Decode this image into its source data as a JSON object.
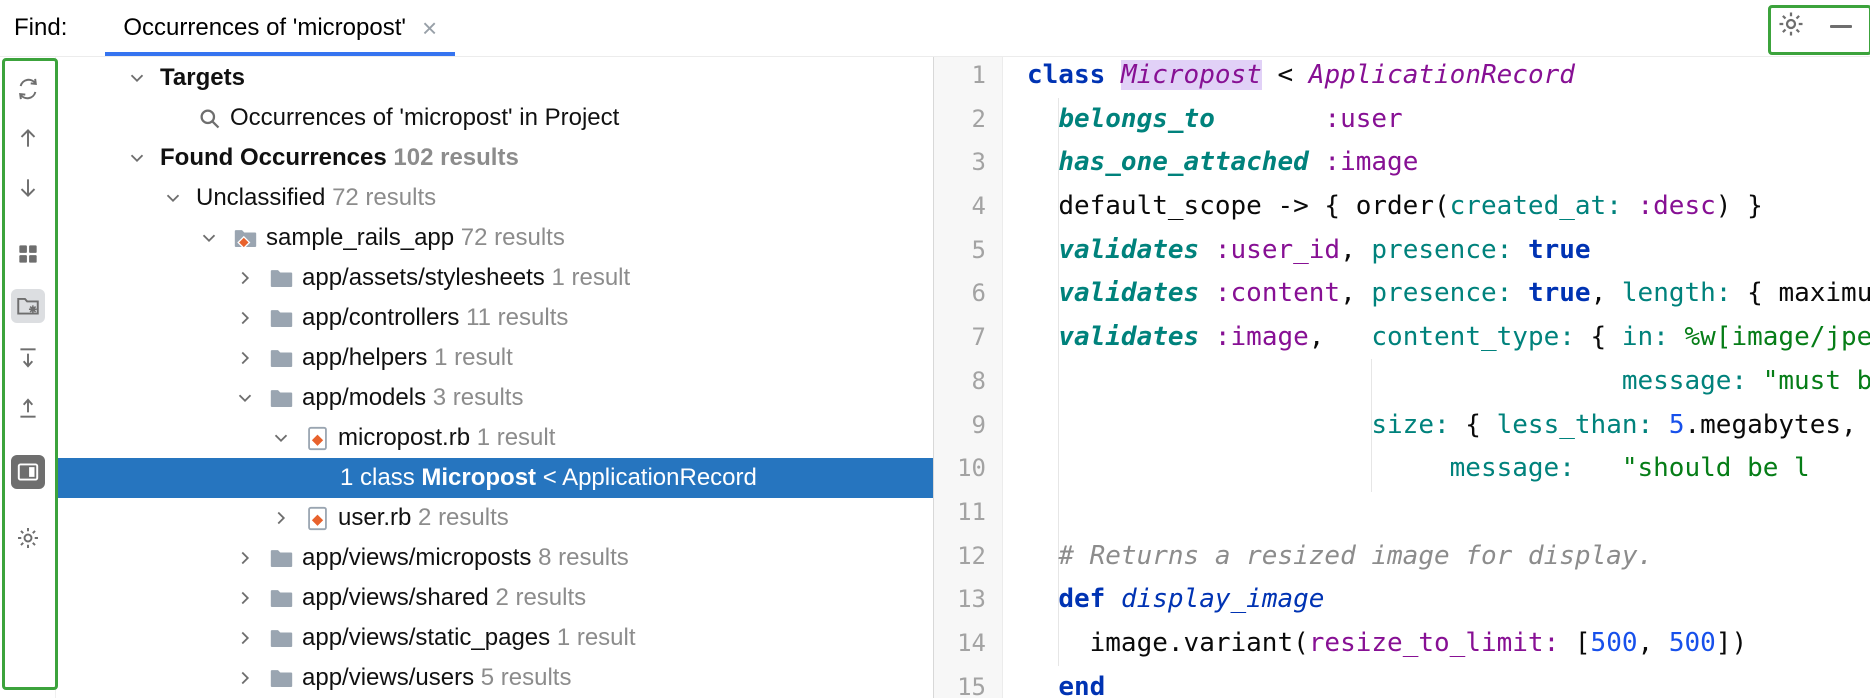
{
  "header": {
    "find_label": "Find:",
    "tab": {
      "title": "Occurrences of 'micropost'",
      "close_glyph": "×"
    },
    "window_icons": [
      "settings-icon",
      "minimize-icon"
    ]
  },
  "colors": {
    "selection_blue": "#2675BF",
    "tab_underline_blue": "#3574F0",
    "annotation_green": "#3CA33C",
    "occurrence_highlight": "#E1D1F7",
    "keyword": "#0033B3",
    "symbol": "#871094",
    "string": "#067D17",
    "number": "#1750EB",
    "comment": "#8C8C8C",
    "dsl_method": "#00827C",
    "icon_gray": "#6E6E6E"
  },
  "toolbar": {
    "items": [
      {
        "icon": "rerun-search-icon"
      },
      {
        "icon": "move-up-icon"
      },
      {
        "icon": "move-down-icon"
      },
      {
        "icon": "group-by-icon"
      },
      {
        "icon": "group-by-directory-icon",
        "state": "toggled"
      },
      {
        "icon": "expand-all-icon"
      },
      {
        "icon": "collapse-all-icon"
      },
      {
        "icon": "preview-icon",
        "state": "selected-dark"
      },
      {
        "icon": "settings-icon"
      }
    ]
  },
  "tree": {
    "rows": [
      {
        "name": "tree-row-targets",
        "level": 0,
        "chevron": "down",
        "icon": null,
        "segments": [
          {
            "text": "Targets",
            "style": "bold"
          }
        ]
      },
      {
        "name": "tree-row-occurrences-target",
        "level": 1,
        "chevron": "none",
        "icon": "search-icon",
        "segments": [
          {
            "text": "Occurrences of 'micropost' in Project",
            "style": "default"
          }
        ]
      },
      {
        "name": "tree-row-found-occurrences",
        "level": 0,
        "chevron": "down",
        "icon": null,
        "segments": [
          {
            "text": "Found Occurrences ",
            "style": "bold"
          },
          {
            "text": "102 results",
            "style": "count-bold"
          }
        ]
      },
      {
        "name": "tree-row-unclassified",
        "level": 1,
        "chevron": "down",
        "icon": null,
        "segments": [
          {
            "text": "Unclassified ",
            "style": "default"
          },
          {
            "text": "72 results",
            "style": "count"
          }
        ]
      },
      {
        "name": "tree-row-sample-rails-app",
        "level": 2,
        "chevron": "down",
        "icon": "rails-folder-icon",
        "segments": [
          {
            "text": "sample_rails_app ",
            "style": "default"
          },
          {
            "text": "72 results",
            "style": "count"
          }
        ]
      },
      {
        "name": "tree-row-app-assets-stylesheets",
        "level": 3,
        "chevron": "right",
        "icon": "folder-icon",
        "segments": [
          {
            "text": "app/assets/stylesheets ",
            "style": "default"
          },
          {
            "text": "1 result",
            "style": "count"
          }
        ]
      },
      {
        "name": "tree-row-app-controllers",
        "level": 3,
        "chevron": "right",
        "icon": "folder-icon",
        "segments": [
          {
            "text": "app/controllers ",
            "style": "default"
          },
          {
            "text": "11 results",
            "style": "count"
          }
        ]
      },
      {
        "name": "tree-row-app-helpers",
        "level": 3,
        "chevron": "right",
        "icon": "folder-icon",
        "segments": [
          {
            "text": "app/helpers ",
            "style": "default"
          },
          {
            "text": "1 result",
            "style": "count"
          }
        ]
      },
      {
        "name": "tree-row-app-models",
        "level": 3,
        "chevron": "down",
        "icon": "folder-icon",
        "segments": [
          {
            "text": "app/models ",
            "style": "default"
          },
          {
            "text": "3 results",
            "style": "count"
          }
        ]
      },
      {
        "name": "tree-row-micropost-rb",
        "level": 4,
        "chevron": "down",
        "icon": "ruby-file-icon",
        "segments": [
          {
            "text": "micropost.rb ",
            "style": "default"
          },
          {
            "text": "1 result",
            "style": "count"
          }
        ]
      },
      {
        "name": "tree-row-occurrence-selected",
        "level": 5,
        "chevron": "none",
        "icon": null,
        "selected": true,
        "segments": [
          {
            "text": "1 class ",
            "style": "sel"
          },
          {
            "text": "Micropost",
            "style": "sel-bold"
          },
          {
            "text": " < ApplicationRecord",
            "style": "sel"
          }
        ]
      },
      {
        "name": "tree-row-user-rb",
        "level": 4,
        "chevron": "right",
        "icon": "ruby-file-icon",
        "segments": [
          {
            "text": "user.rb ",
            "style": "default"
          },
          {
            "text": "2 results",
            "style": "count"
          }
        ]
      },
      {
        "name": "tree-row-app-views-microposts",
        "level": 3,
        "chevron": "right",
        "icon": "folder-icon",
        "segments": [
          {
            "text": "app/views/microposts ",
            "style": "default"
          },
          {
            "text": "8 results",
            "style": "count"
          }
        ]
      },
      {
        "name": "tree-row-app-views-shared",
        "level": 3,
        "chevron": "right",
        "icon": "folder-icon",
        "segments": [
          {
            "text": "app/views/shared ",
            "style": "default"
          },
          {
            "text": "2 results",
            "style": "count"
          }
        ]
      },
      {
        "name": "tree-row-app-views-static-pages",
        "level": 3,
        "chevron": "right",
        "icon": "folder-icon",
        "segments": [
          {
            "text": "app/views/static_pages ",
            "style": "default"
          },
          {
            "text": "1 result",
            "style": "count"
          }
        ]
      },
      {
        "name": "tree-row-app-views-users",
        "level": 3,
        "chevron": "right",
        "icon": "folder-icon",
        "segments": [
          {
            "text": "app/views/users ",
            "style": "default"
          },
          {
            "text": "5 results",
            "style": "count"
          }
        ]
      }
    ]
  },
  "editor": {
    "lines": [
      {
        "num": "1",
        "tokens": [
          {
            "t": "class",
            "c": "kw"
          },
          {
            "t": " ",
            "c": "pl"
          },
          {
            "t": "Micropost",
            "c": "occ"
          },
          {
            "t": " < ",
            "c": "pl"
          },
          {
            "t": "ApplicationRecord",
            "c": "cls"
          }
        ]
      },
      {
        "num": "2",
        "tokens": [
          {
            "t": "  ",
            "c": "pl"
          },
          {
            "t": "belongs_to",
            "c": "dsl"
          },
          {
            "t": "       ",
            "c": "pl"
          },
          {
            "t": ":user",
            "c": "sym"
          }
        ]
      },
      {
        "num": "3",
        "tokens": [
          {
            "t": "  ",
            "c": "pl"
          },
          {
            "t": "has_one_attached",
            "c": "dsl"
          },
          {
            "t": " ",
            "c": "pl"
          },
          {
            "t": ":image",
            "c": "sym"
          }
        ]
      },
      {
        "num": "4",
        "tokens": [
          {
            "t": "  ",
            "c": "pl"
          },
          {
            "t": "default_scope -> { order(",
            "c": "pl"
          },
          {
            "t": "created_at:",
            "c": "key"
          },
          {
            "t": " ",
            "c": "pl"
          },
          {
            "t": ":desc",
            "c": "sym"
          },
          {
            "t": ") }",
            "c": "pl"
          }
        ]
      },
      {
        "num": "5",
        "tokens": [
          {
            "t": "  ",
            "c": "pl"
          },
          {
            "t": "validates",
            "c": "dsl"
          },
          {
            "t": " ",
            "c": "pl"
          },
          {
            "t": ":user_id",
            "c": "sym"
          },
          {
            "t": ", ",
            "c": "pl"
          },
          {
            "t": "presence:",
            "c": "key"
          },
          {
            "t": " ",
            "c": "pl"
          },
          {
            "t": "true",
            "c": "kw"
          }
        ]
      },
      {
        "num": "6",
        "tokens": [
          {
            "t": "  ",
            "c": "pl"
          },
          {
            "t": "validates",
            "c": "dsl"
          },
          {
            "t": " ",
            "c": "pl"
          },
          {
            "t": ":content",
            "c": "sym"
          },
          {
            "t": ", ",
            "c": "pl"
          },
          {
            "t": "presence:",
            "c": "key"
          },
          {
            "t": " ",
            "c": "pl"
          },
          {
            "t": "true",
            "c": "kw"
          },
          {
            "t": ", ",
            "c": "pl"
          },
          {
            "t": "length:",
            "c": "key"
          },
          {
            "t": " { ",
            "c": "pl"
          },
          {
            "t": "maximu",
            "c": "pl"
          }
        ]
      },
      {
        "num": "7",
        "tokens": [
          {
            "t": "  ",
            "c": "pl"
          },
          {
            "t": "validates",
            "c": "dsl"
          },
          {
            "t": " ",
            "c": "pl"
          },
          {
            "t": ":image",
            "c": "sym"
          },
          {
            "t": ",   ",
            "c": "pl"
          },
          {
            "t": "content_type:",
            "c": "key"
          },
          {
            "t": " { ",
            "c": "pl"
          },
          {
            "t": "in:",
            "c": "key"
          },
          {
            "t": " ",
            "c": "pl"
          },
          {
            "t": "%w[image/jpe",
            "c": "str"
          }
        ]
      },
      {
        "num": "8",
        "tokens": [
          {
            "t": "                                      ",
            "c": "pl"
          },
          {
            "t": "message:",
            "c": "key"
          },
          {
            "t": " ",
            "c": "pl"
          },
          {
            "t": "\"must b",
            "c": "str"
          }
        ]
      },
      {
        "num": "9",
        "tokens": [
          {
            "t": "                      ",
            "c": "pl"
          },
          {
            "t": "size:",
            "c": "key"
          },
          {
            "t": " { ",
            "c": "pl"
          },
          {
            "t": "less_than:",
            "c": "key"
          },
          {
            "t": " ",
            "c": "pl"
          },
          {
            "t": "5",
            "c": "num"
          },
          {
            "t": ".megabytes,",
            "c": "pl"
          }
        ]
      },
      {
        "num": "10",
        "tokens": [
          {
            "t": "                           ",
            "c": "pl"
          },
          {
            "t": "message:",
            "c": "key"
          },
          {
            "t": "   ",
            "c": "pl"
          },
          {
            "t": "\"should be l",
            "c": "str"
          }
        ]
      },
      {
        "num": "11",
        "tokens": []
      },
      {
        "num": "12",
        "tokens": [
          {
            "t": "  ",
            "c": "pl"
          },
          {
            "t": "# Returns a resized image for display.",
            "c": "com"
          }
        ]
      },
      {
        "num": "13",
        "tokens": [
          {
            "t": "  ",
            "c": "pl"
          },
          {
            "t": "def",
            "c": "kw"
          },
          {
            "t": " ",
            "c": "pl"
          },
          {
            "t": "display_image",
            "c": "def"
          }
        ]
      },
      {
        "num": "14",
        "tokens": [
          {
            "t": "    ",
            "c": "pl"
          },
          {
            "t": "image.variant(",
            "c": "pl"
          },
          {
            "t": "resize_to_limit:",
            "c": "sym"
          },
          {
            "t": " [",
            "c": "pl"
          },
          {
            "t": "500",
            "c": "num"
          },
          {
            "t": ", ",
            "c": "pl"
          },
          {
            "t": "500",
            "c": "num"
          },
          {
            "t": "])",
            "c": "pl"
          }
        ]
      },
      {
        "num": "15",
        "tokens": [
          {
            "t": "  ",
            "c": "pl"
          },
          {
            "t": "end",
            "c": "kw"
          }
        ]
      }
    ]
  }
}
